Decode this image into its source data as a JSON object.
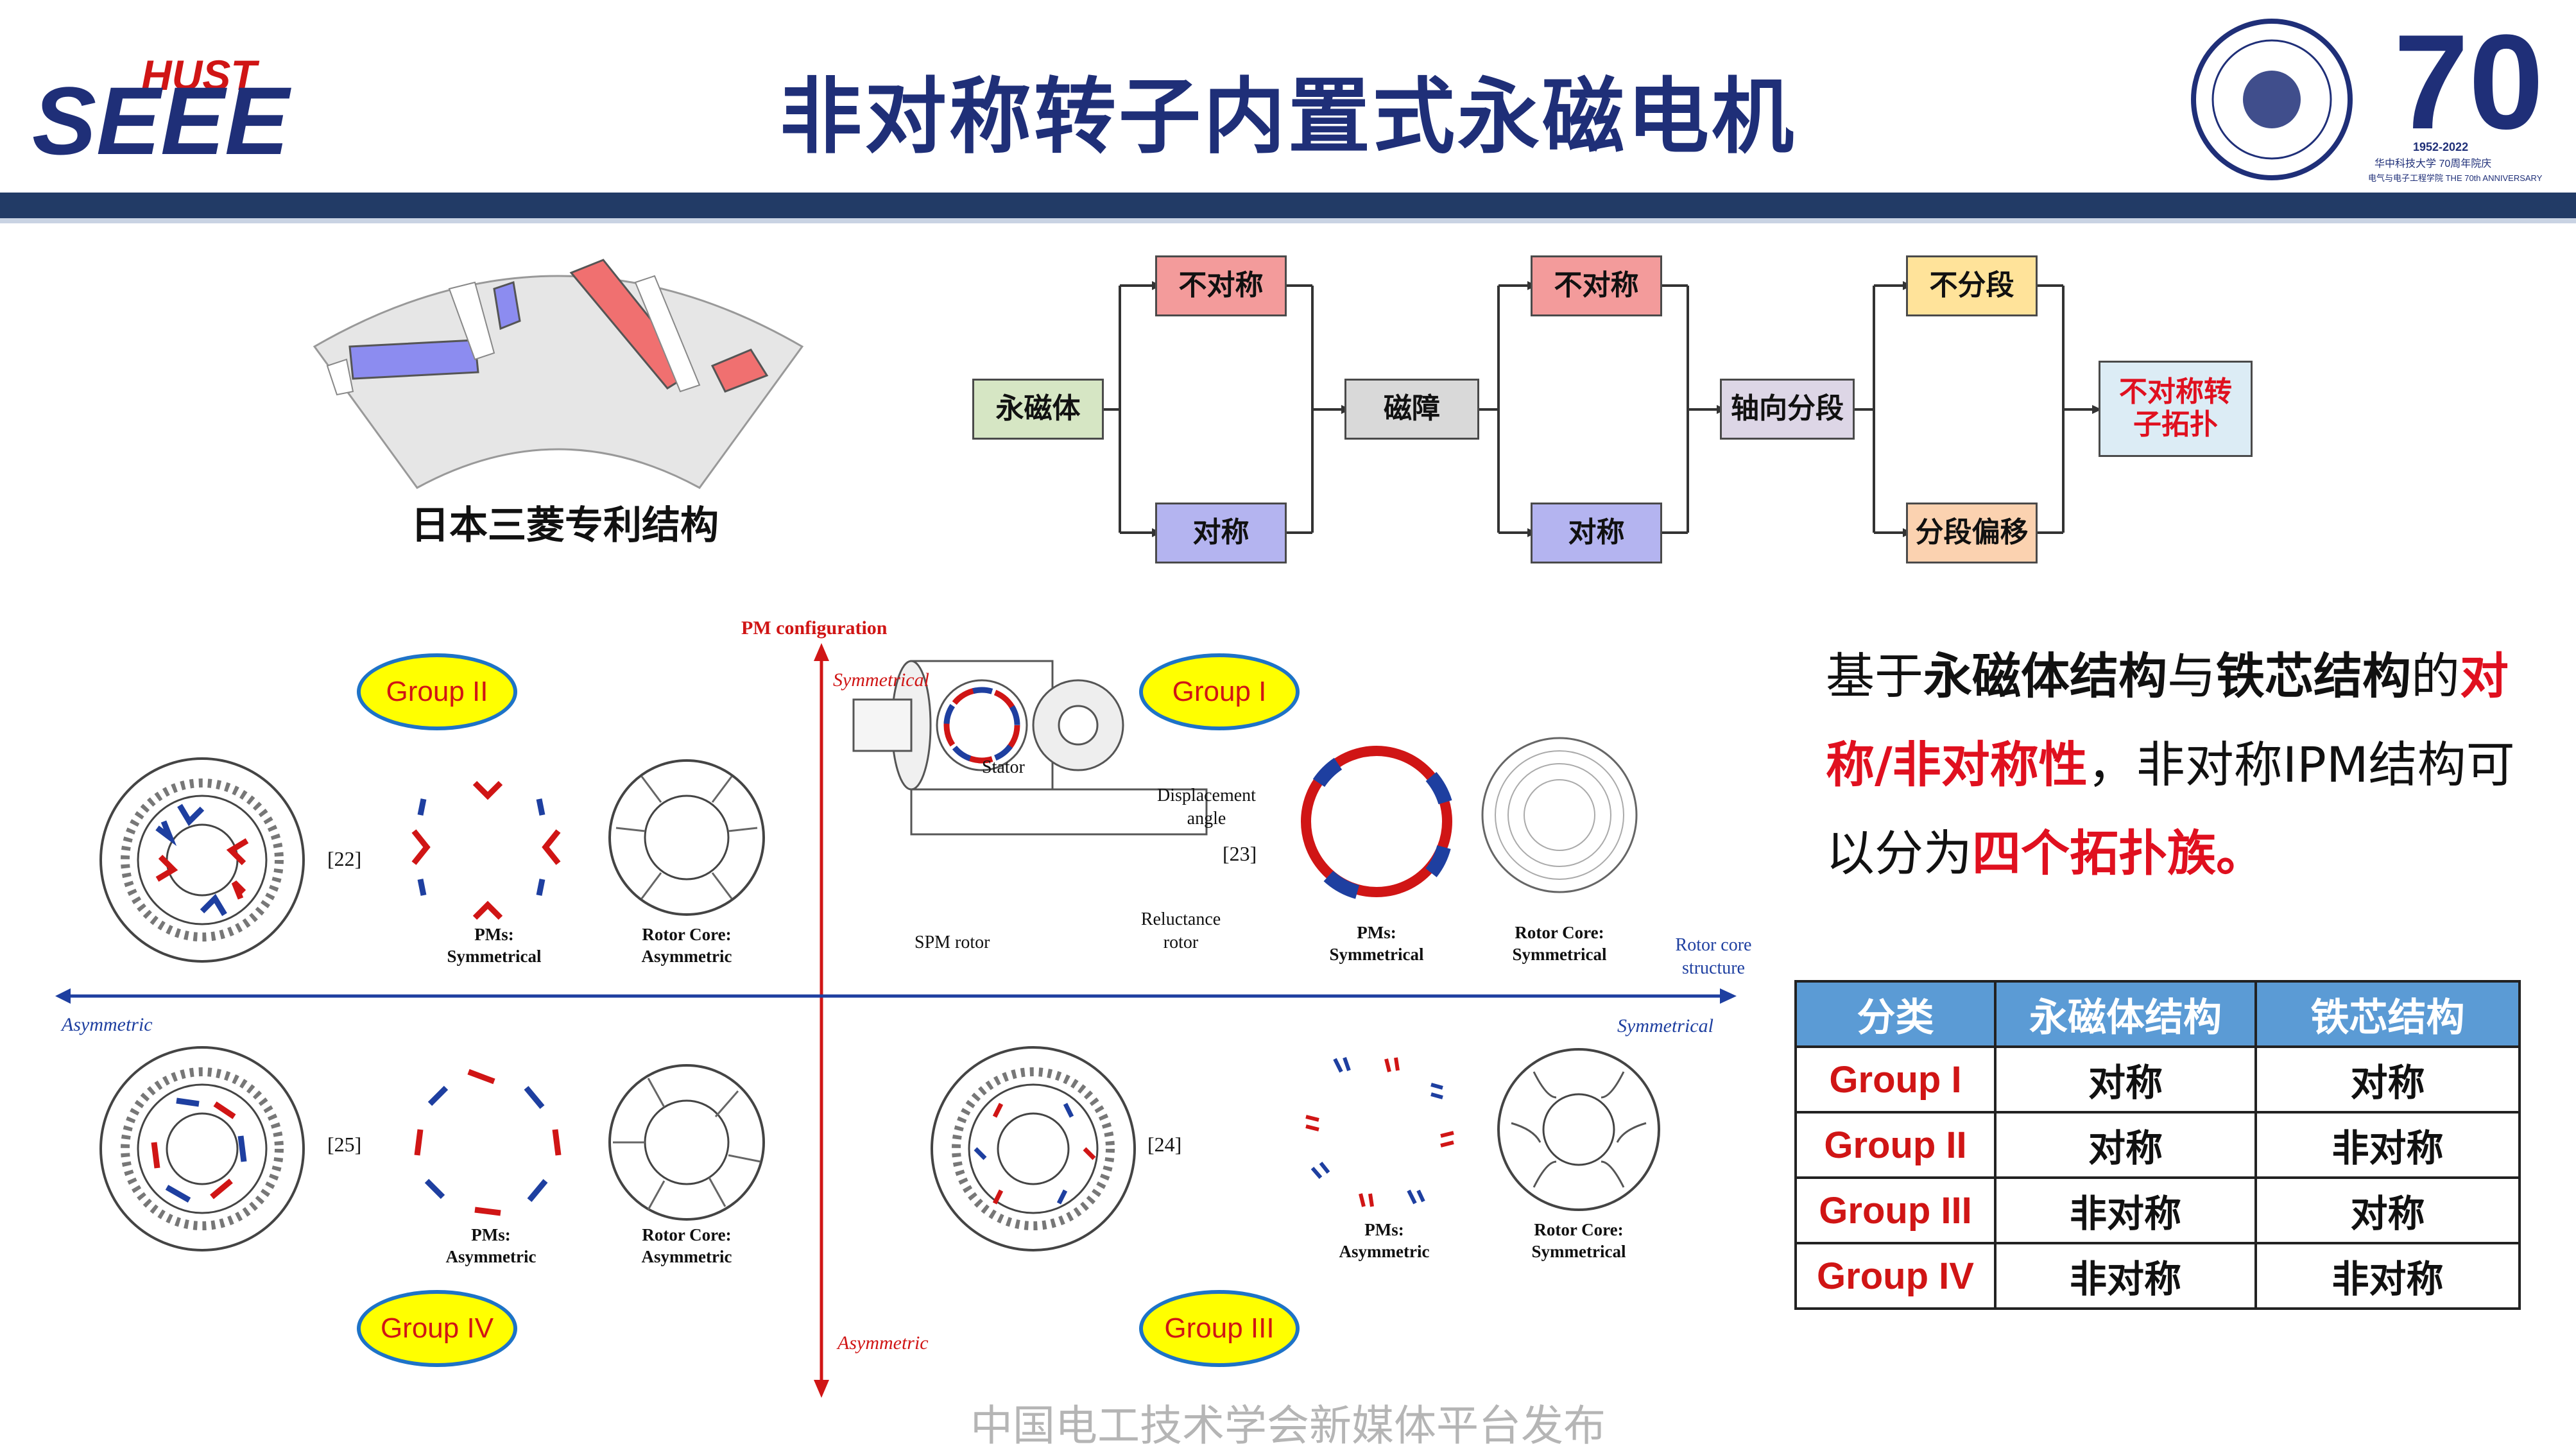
{
  "title": "非对称转子内置式永磁电机",
  "logo_left": {
    "text_top": "HUST",
    "text_main": "SEEE"
  },
  "logo_right": {
    "number": "70",
    "years": "1952-2022",
    "line1": "华中科技大学 70周年院庆",
    "line2": "电气与电子工程学院 THE 70th ANNIVERSARY"
  },
  "patent_caption": "日本三菱专利结构",
  "flow": {
    "pm": "永磁体",
    "pm_asym": "不对称",
    "pm_sym": "对称",
    "barrier": "磁障",
    "barrier_asym": "不对称",
    "barrier_sym": "对称",
    "axial": "轴向分段",
    "no_seg": "不分段",
    "seg_shift": "分段偏移",
    "result": "不对称转子拓扑"
  },
  "axes": {
    "pm_config": "PM configuration",
    "symmetrical_top": "Symmetrical",
    "rotor_core_structure": "Rotor core structure",
    "asymmetric_left": "Asymmetric",
    "symmetrical_right": "Symmetrical",
    "asymmetric_bottom": "Asymmetric"
  },
  "groups": {
    "g1": "Group I",
    "g2": "Group II",
    "g3": "Group III",
    "g4": "Group IV"
  },
  "figure_labels": {
    "pms_sym": "PMs:",
    "pms_sym_2": "Symmetrical",
    "core_asym": "Rotor Core:",
    "core_asym_2": "Asymmetric",
    "pms_asym": "PMs:",
    "pms_asym_2": "Asymmetric",
    "core_sym": "Rotor Core:",
    "core_sym_2": "Symmetrical",
    "ref22": "[22]",
    "ref23": "[23]",
    "ref24": "[24]",
    "ref25": "[25]",
    "stator": "Stator",
    "displacement": "Displacement angle",
    "spm_rotor": "SPM rotor",
    "reluctance": "Reluctance rotor"
  },
  "desc": {
    "p1": "基于",
    "b1": "永磁体结构",
    "p2": "与",
    "b2": "铁芯结构",
    "p3": "的",
    "r1": "对称/非对称性",
    "p4": "，非对称IPM结构可以分为",
    "r2": "四个拓扑族。"
  },
  "table": {
    "headers": [
      "分类",
      "永磁体结构",
      "铁芯结构"
    ],
    "rows": [
      [
        "Group I",
        "对称",
        "对称"
      ],
      [
        "Group II",
        "对称",
        "非对称"
      ],
      [
        "Group III",
        "非对称",
        "对称"
      ],
      [
        "Group IV",
        "非对称",
        "非对称"
      ]
    ]
  },
  "footer": "中国电工技术学会新媒体平台发布",
  "colors": {
    "title": "#1f2f78",
    "bar": "#223b66",
    "accent_red": "#e0101f",
    "table_header": "#5b9bd5"
  }
}
